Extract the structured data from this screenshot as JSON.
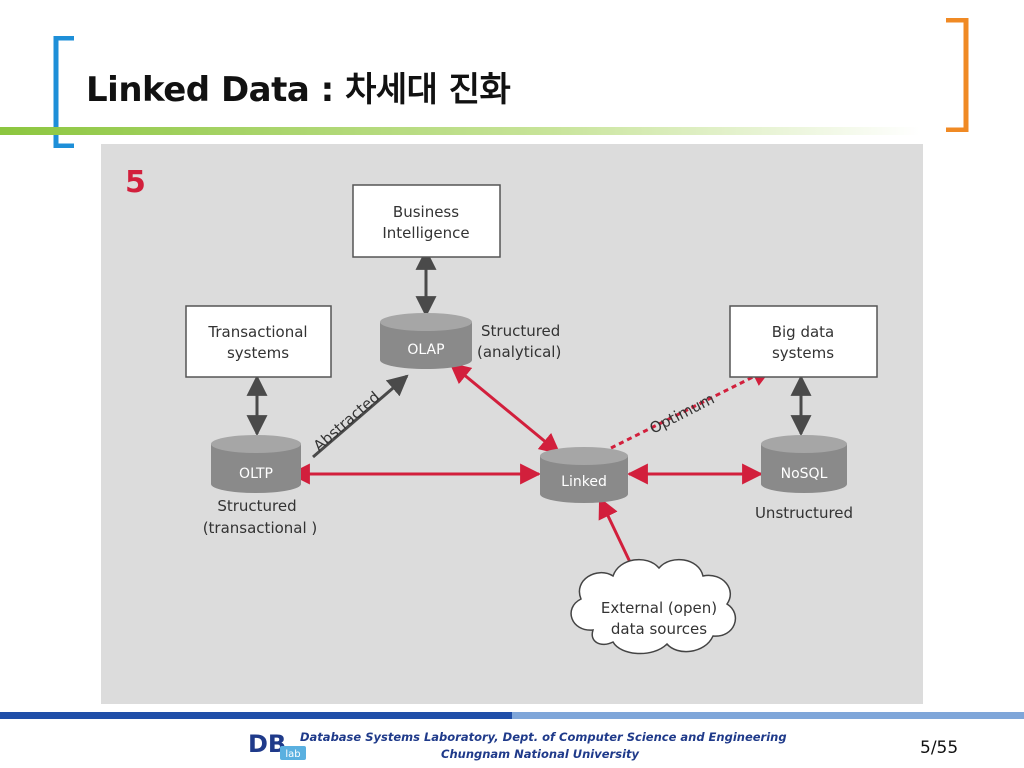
{
  "slide": {
    "title": "Linked Data : 차세대 진화",
    "page_number": "5/55"
  },
  "figure": {
    "number": "5",
    "nodes": {
      "business_intelligence": [
        "Business",
        "Intelligence"
      ],
      "transactional_systems": [
        "Transactional",
        "systems"
      ],
      "big_data_systems": [
        "Big data",
        "systems"
      ],
      "olap": "OLAP",
      "olap_caption": [
        "Structured",
        "(analytical)"
      ],
      "oltp": "OLTP",
      "oltp_caption": [
        "Structured",
        "(transactional )"
      ],
      "linked": "Linked",
      "nosql": "NoSQL",
      "nosql_caption": "Unstructured",
      "external": [
        "External (open)",
        "data sources"
      ]
    },
    "edge_labels": {
      "abstracted": "Abstracted",
      "optimum": "Optimum"
    },
    "colors": {
      "background": "#dcdcdc",
      "cylinder": "#8a8a8a",
      "red_arrow": "#d21f3c",
      "dark_arrow": "#4a4a4a",
      "figure_number": "#d21f3c"
    }
  },
  "footer": {
    "line1": "Database Systems Laboratory, Dept. of Computer Science and Engineering",
    "line2": "Chungnam National University",
    "logo_text": "DB",
    "logo_sub": "lab"
  },
  "theme": {
    "left_bracket": "#1e8fd8",
    "right_bracket": "#f08a24",
    "title_rule": "#8cc63f",
    "footer_rule": "#1f4ea8"
  }
}
